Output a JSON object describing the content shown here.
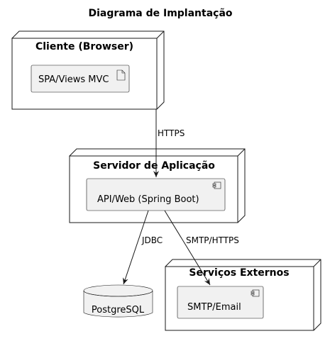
{
  "diagram": {
    "title": "Diagrama de Implantação",
    "nodes": {
      "cliente": {
        "label": "Cliente (Browser)",
        "artifact": "SPA/Views MVC"
      },
      "servidor": {
        "label": "Servidor de Aplicação",
        "component": "API/Web (Spring Boot)"
      },
      "externos": {
        "label": "Serviços Externos",
        "component": "SMTP/Email"
      }
    },
    "database": {
      "label": "PostgreSQL"
    },
    "edges": {
      "https": "HTTPS",
      "jdbc": "JDBC",
      "smtp": "SMTP/HTTPS"
    },
    "colors": {
      "node_fill": "#ffffff",
      "element_fill": "#f1f1f1",
      "stroke": "#181818",
      "text": "#000000"
    },
    "icons": {
      "artifact": "artifact-icon",
      "component": "component-icon"
    }
  }
}
